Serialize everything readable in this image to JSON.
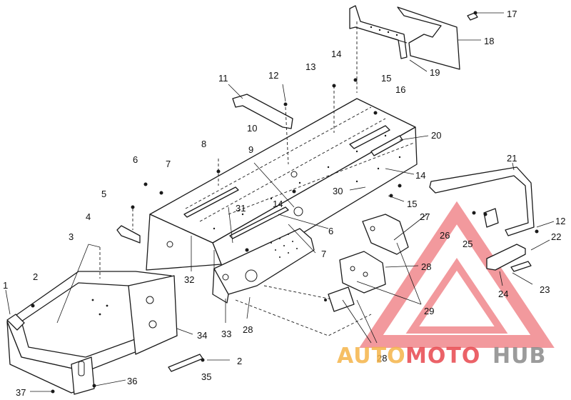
{
  "diagram": {
    "callouts": [
      "1",
      "2",
      "2",
      "3",
      "4",
      "5",
      "6",
      "6",
      "7",
      "7",
      "8",
      "9",
      "10",
      "11",
      "12",
      "12",
      "13",
      "14",
      "14",
      "14",
      "15",
      "15",
      "16",
      "17",
      "18",
      "19",
      "20",
      "21",
      "22",
      "23",
      "24",
      "25",
      "26",
      "27",
      "28",
      "28",
      "28",
      "29",
      "30",
      "31",
      "32",
      "33",
      "34",
      "35",
      "36",
      "37"
    ]
  },
  "watermark": {
    "text_a": "AUTO",
    "text_b": "MOTO",
    "text_c": "HUB",
    "color_a": "#f5b54a",
    "color_b": "#e8474e",
    "color_c": "#8a8a8a",
    "triangle_color": "#e8474e"
  }
}
